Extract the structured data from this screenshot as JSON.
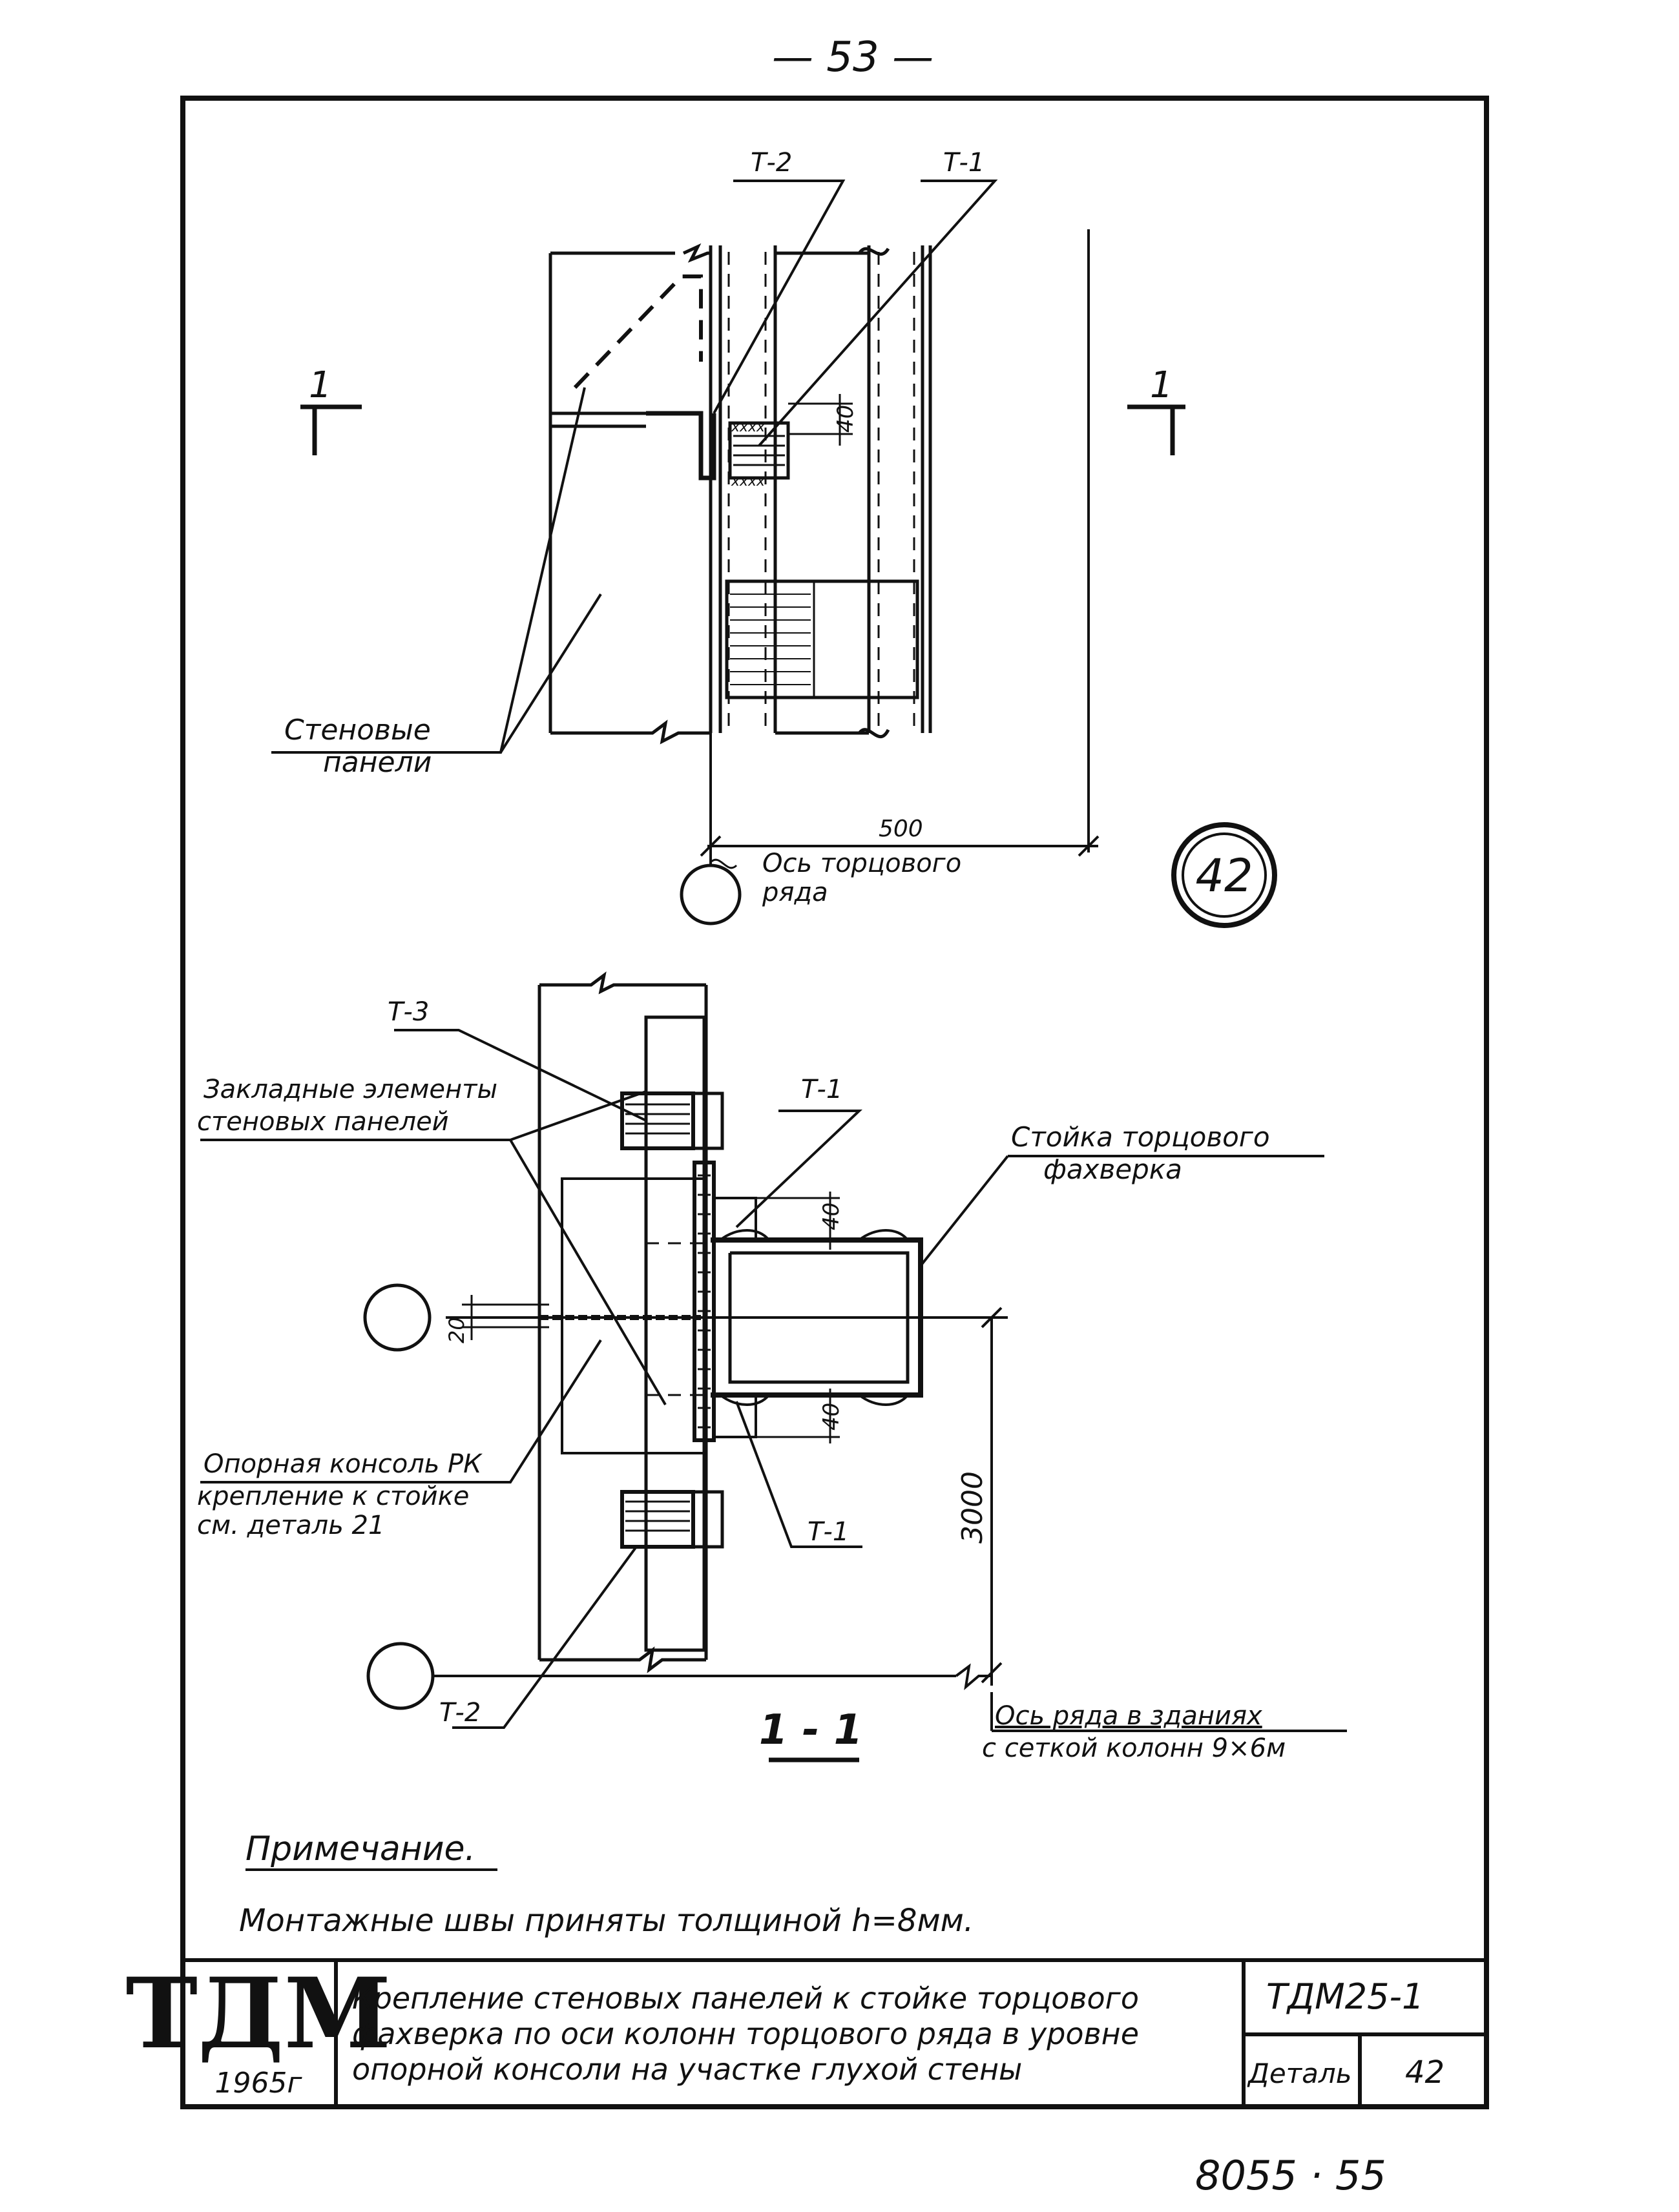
{
  "page_number": "— 53 —",
  "detail_marker": "42",
  "top_view": {
    "label_t2": "Т-2",
    "label_t1": "Т-1",
    "section_mark_left": "1",
    "section_mark_right": "1",
    "dim_40": "40",
    "wall_panels_line1": "Стеновые",
    "wall_panels_line2": "панели",
    "dim_500": "500",
    "axis_line1": "Ось торцового",
    "axis_line2": "ряда"
  },
  "section_view": {
    "label_t3": "Т-3",
    "label_t1_upper": "Т-1",
    "label_t1_lower": "Т-1",
    "label_t2": "Т-2",
    "embedded_line1": "Закладные элементы",
    "embedded_line2": "стеновых панелей",
    "post_line1": "Стойка торцового",
    "post_line2": "фахверка",
    "dim_40_upper": "40",
    "dim_40_lower": "40",
    "dim_20": "20",
    "dim_3000": "3000",
    "console_line1": "Опорная консоль РК",
    "console_line2": "крепление к стойке",
    "console_line3": "см. деталь 21",
    "row_axis_line1": "Ось ряда в зданиях",
    "row_axis_line2": "с сеткой колонн 9×6м",
    "section_title": "1 - 1"
  },
  "note": {
    "title": "Примечание.",
    "text": "Монтажные швы приняты толщиной h=8мм."
  },
  "title_block": {
    "logo": "ТДМ",
    "year": "1965г",
    "description_line1": "Крепление стеновых панелей к стойке торцового",
    "description_line2": "фахверка по оси колонн торцового ряда в уровне",
    "description_line3": "опорной консоли на участке глухой стены",
    "code": "ТДМ25-1",
    "detail_label": "Деталь",
    "detail_number": "42"
  },
  "archive_number": "8055 · 55"
}
